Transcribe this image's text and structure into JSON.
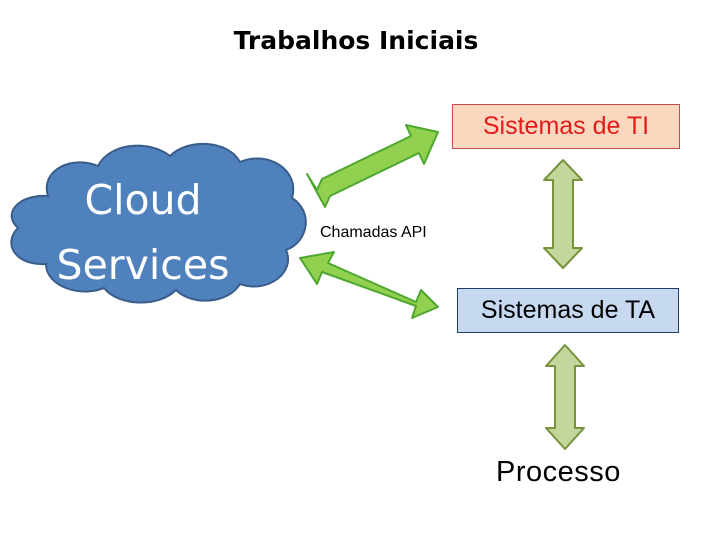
{
  "title": "Trabalhos Iniciais",
  "cloud": {
    "line1": "Cloud",
    "line2": "Services"
  },
  "boxes": {
    "ti": "Sistemas de TI",
    "ta": "Sistemas de TA"
  },
  "api_label": "Chamadas API",
  "process_label": "Processo",
  "colors": {
    "cloud_fill": "#4f81bd",
    "cloud_stroke": "#385d8a",
    "arrow_green_fill": "#92d050",
    "arrow_green_stroke": "#4ea72e",
    "arrow_olive_fill": "#c3d69b",
    "arrow_olive_stroke": "#77933c",
    "ti_box_fill": "#fad8bf",
    "ti_box_text": "#e31b1b",
    "ta_box_fill": "#c6d9f1"
  }
}
